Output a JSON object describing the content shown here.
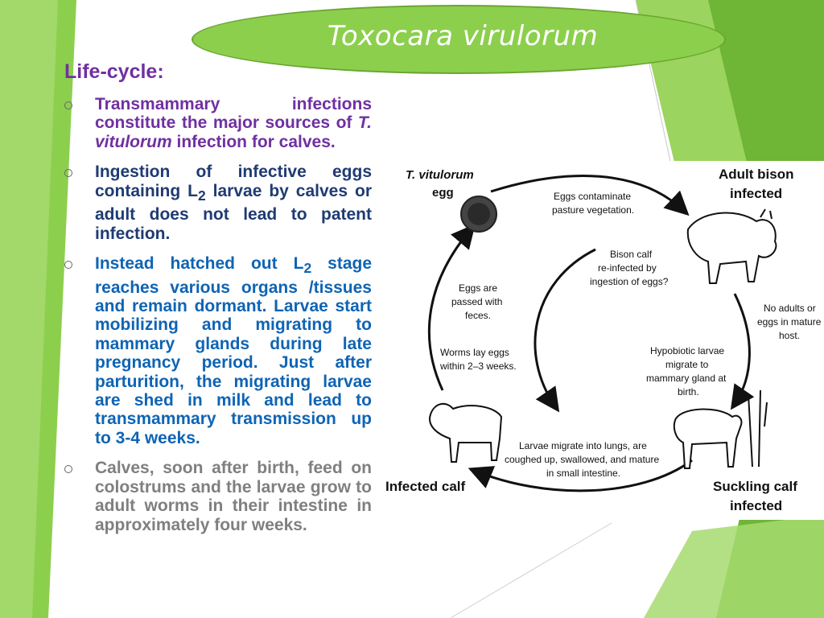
{
  "slide": {
    "title": "Toxocara virulorum",
    "section_title": "Life-cycle:",
    "bullets": [
      {
        "pre": "Transmammary infections constitute the major sources of ",
        "italic": "T. vitulorum",
        "post": " infection for calves."
      },
      {
        "pre": "Ingestion of infective eggs containing L",
        "sub": "2",
        "post": " larvae by calves or adult does not lead to patent infection."
      },
      {
        "pre": "Instead hatched out L",
        "sub": "2",
        "post": " stage reaches various organs /tissues and remain dormant. Larvae start mobilizing and migrating to mammary glands during late pregnancy period. Just after parturition, the migrating larvae are shed in milk and lead to transmammary transmission up to 3-4 weeks."
      },
      {
        "text": "Calves, soon after birth, feed on colostrums and the larvae grow to adult worms in their intestine in approximately four weeks."
      }
    ]
  },
  "diagram": {
    "stage_egg_line1": "T. vitulorum",
    "stage_egg_line2": "egg",
    "stage_adult_line1": "Adult bison",
    "stage_adult_line2": "infected",
    "stage_suckling_line1": "Suckling calf",
    "stage_suckling_line2": "infected",
    "stage_infected_calf": "Infected calf",
    "note_eggs_contaminate_1": "Eggs contaminate",
    "note_eggs_contaminate_2": "pasture vegetation.",
    "note_reinfected_1": "Bison calf",
    "note_reinfected_2": "re-infected by",
    "note_reinfected_3": "ingestion of eggs?",
    "note_eggs_passed_1": "Eggs are",
    "note_eggs_passed_2": "passed with",
    "note_eggs_passed_3": "feces.",
    "note_no_adults_1": "No adults or",
    "note_no_adults_2": "eggs in mature",
    "note_no_adults_3": "host.",
    "note_worms_1": "Worms lay eggs",
    "note_worms_2": "within 2–3 weeks.",
    "note_hypobiotic_1": "Hypobiotic larvae",
    "note_hypobiotic_2": "migrate to",
    "note_hypobiotic_3": "mammary gland at",
    "note_hypobiotic_4": "birth.",
    "note_lungs_1": "Larvae migrate into lungs, are",
    "note_lungs_2": "coughed up, swallowed, and mature",
    "note_lungs_3": "in small intestine."
  },
  "colors": {
    "title_oval": "#8ccf4d",
    "bullet_1": "#7030a0",
    "bullet_2": "#1f3b73",
    "bullet_3": "#0e64b4",
    "bullet_4": "#7f7f7f",
    "decor_green": "#8ccf4d"
  }
}
